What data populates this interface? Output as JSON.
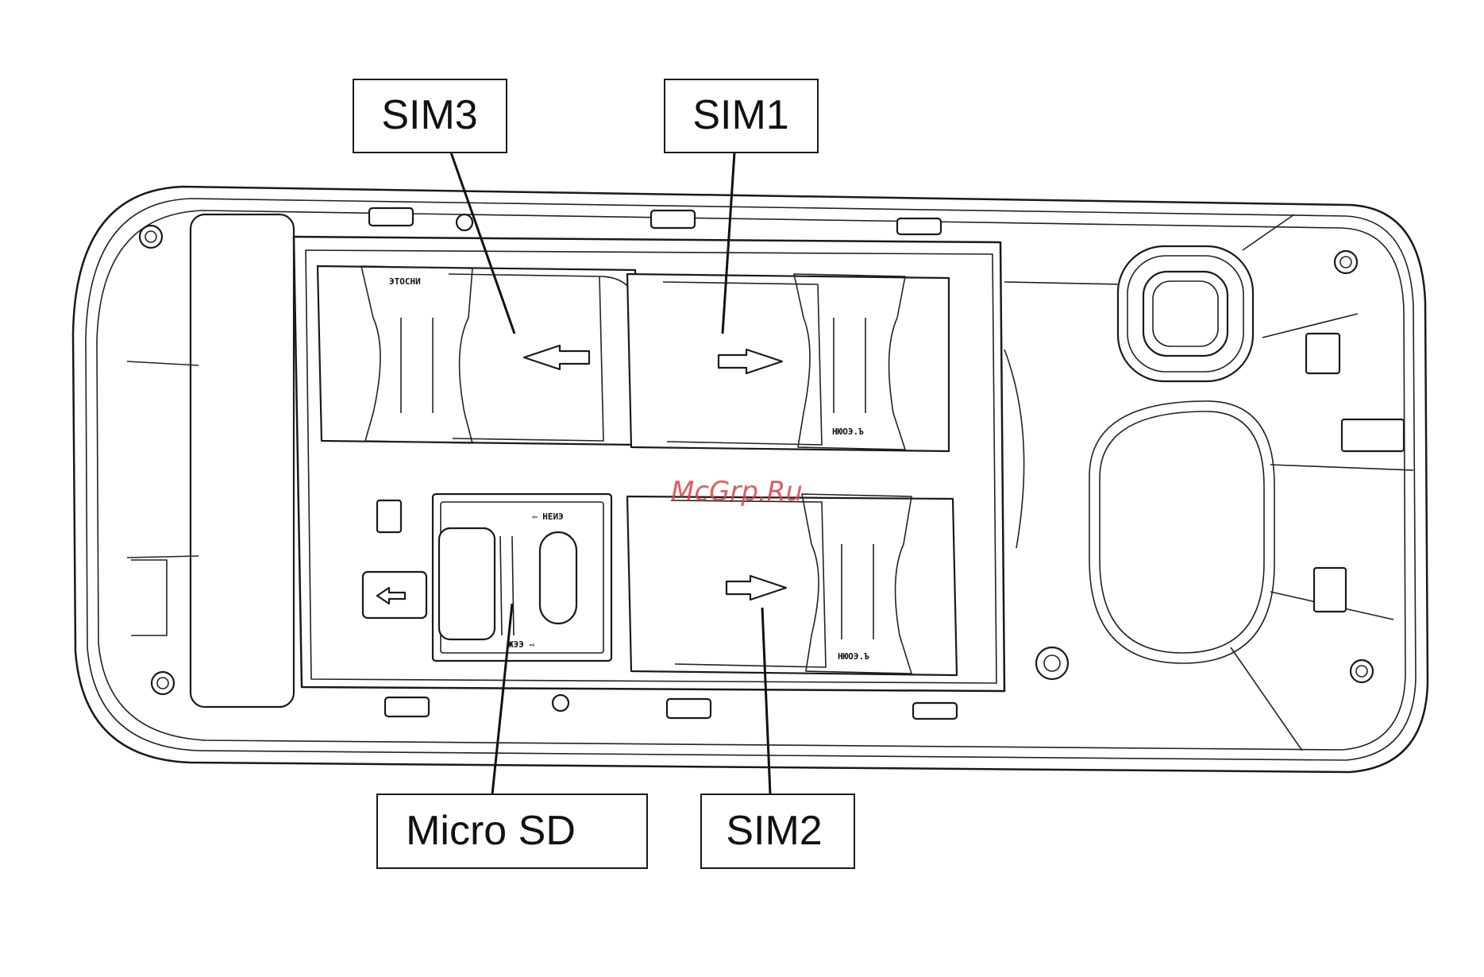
{
  "labels": {
    "sim3": "SIM3",
    "sim1": "SIM1",
    "micro_sd": "Micro SD",
    "sim2": "SIM2"
  },
  "watermark": "McGrp.Ru",
  "colors": {
    "line": "#1a1a1a",
    "background": "#ffffff",
    "watermark": "#d94444"
  }
}
